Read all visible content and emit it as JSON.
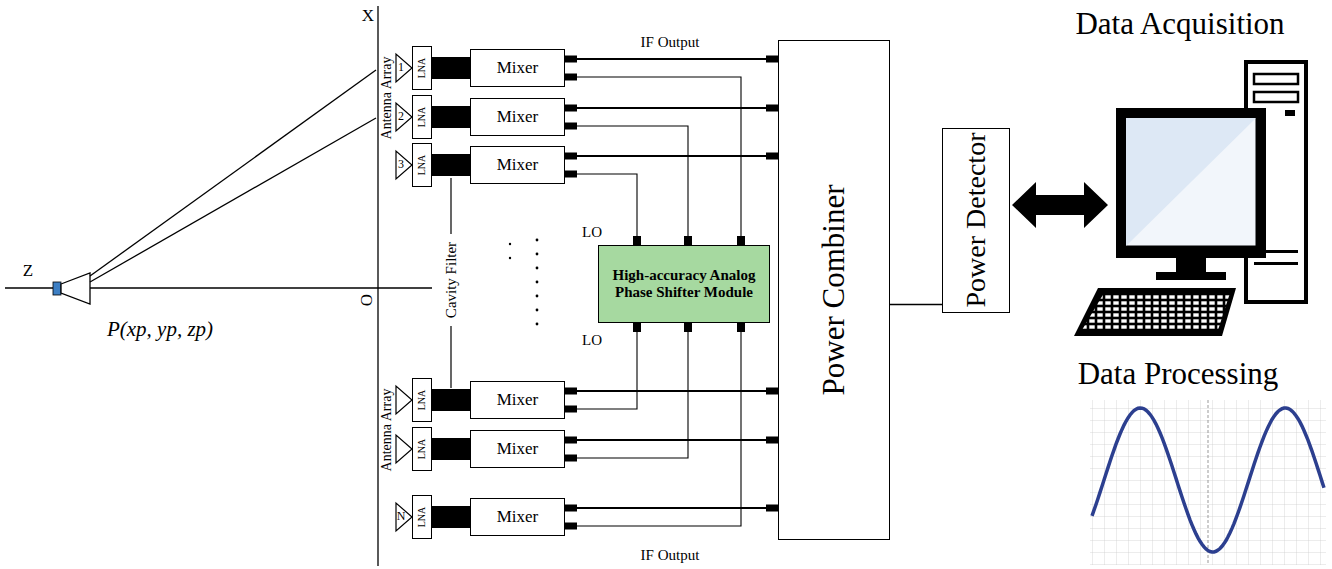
{
  "diagram": {
    "nodes": [
      {
        "text": [
          "LNA"
        ]
      },
      {
        "text": [
          "LNA"
        ]
      },
      {
        "text": [
          "LNA"
        ]
      },
      {
        "text": [
          "LNA"
        ]
      },
      {
        "text": [
          "LNA"
        ]
      },
      {
        "text": [
          "LNA"
        ]
      },
      {
        "text": [
          "Mixer"
        ]
      },
      {
        "text": [
          "Mixer"
        ]
      },
      {
        "text": [
          "Mixer"
        ]
      },
      {
        "text": [
          "Mixer"
        ]
      },
      {
        "text": [
          "Mixer"
        ]
      },
      {
        "text": [
          "Mixer"
        ]
      },
      {
        "text": [
          "High-accuracy Analog Phase Shifter Module"
        ]
      },
      {
        "text": [
          "Power Combiner"
        ]
      },
      {
        "text": [
          "Power Detector"
        ]
      }
    ],
    "edges": [
      {
        "from": 0,
        "to": 6,
        "arrow": "none"
      },
      {
        "from": 1,
        "to": 7,
        "arrow": "none"
      },
      {
        "from": 2,
        "to": 8,
        "arrow": "none"
      },
      {
        "from": 3,
        "to": 9,
        "arrow": "none"
      },
      {
        "from": 4,
        "to": 10,
        "arrow": "none"
      },
      {
        "from": 5,
        "to": 11,
        "arrow": "none"
      },
      {
        "from": 6,
        "to": 13,
        "arrow": "none"
      },
      {
        "from": 7,
        "to": 13,
        "arrow": "none"
      },
      {
        "from": 8,
        "to": 13,
        "arrow": "none"
      },
      {
        "from": 9,
        "to": 13,
        "arrow": "none"
      },
      {
        "from": 10,
        "to": 13,
        "arrow": "none"
      },
      {
        "from": 11,
        "to": 13,
        "arrow": "none"
      },
      {
        "from": 12,
        "to": 6,
        "arrow": "none"
      },
      {
        "from": 12,
        "to": 7,
        "arrow": "none"
      },
      {
        "from": 12,
        "to": 8,
        "arrow": "none"
      },
      {
        "from": 12,
        "to": 9,
        "arrow": "none"
      },
      {
        "from": 12,
        "to": 10,
        "arrow": "none"
      },
      {
        "from": 12,
        "to": 11,
        "arrow": "none"
      },
      {
        "from": 13,
        "to": 14,
        "arrow": "none"
      }
    ],
    "labels": [
      "X",
      "Z",
      "O",
      "P(xp, yp, zp)",
      "Antenna Array",
      "Antenna Array",
      "1",
      "2",
      "3",
      "N",
      "Cavity Filter",
      "LO",
      "LO",
      "IF Output",
      "IF Output",
      "Data Acquisition",
      "Data Processing"
    ]
  }
}
